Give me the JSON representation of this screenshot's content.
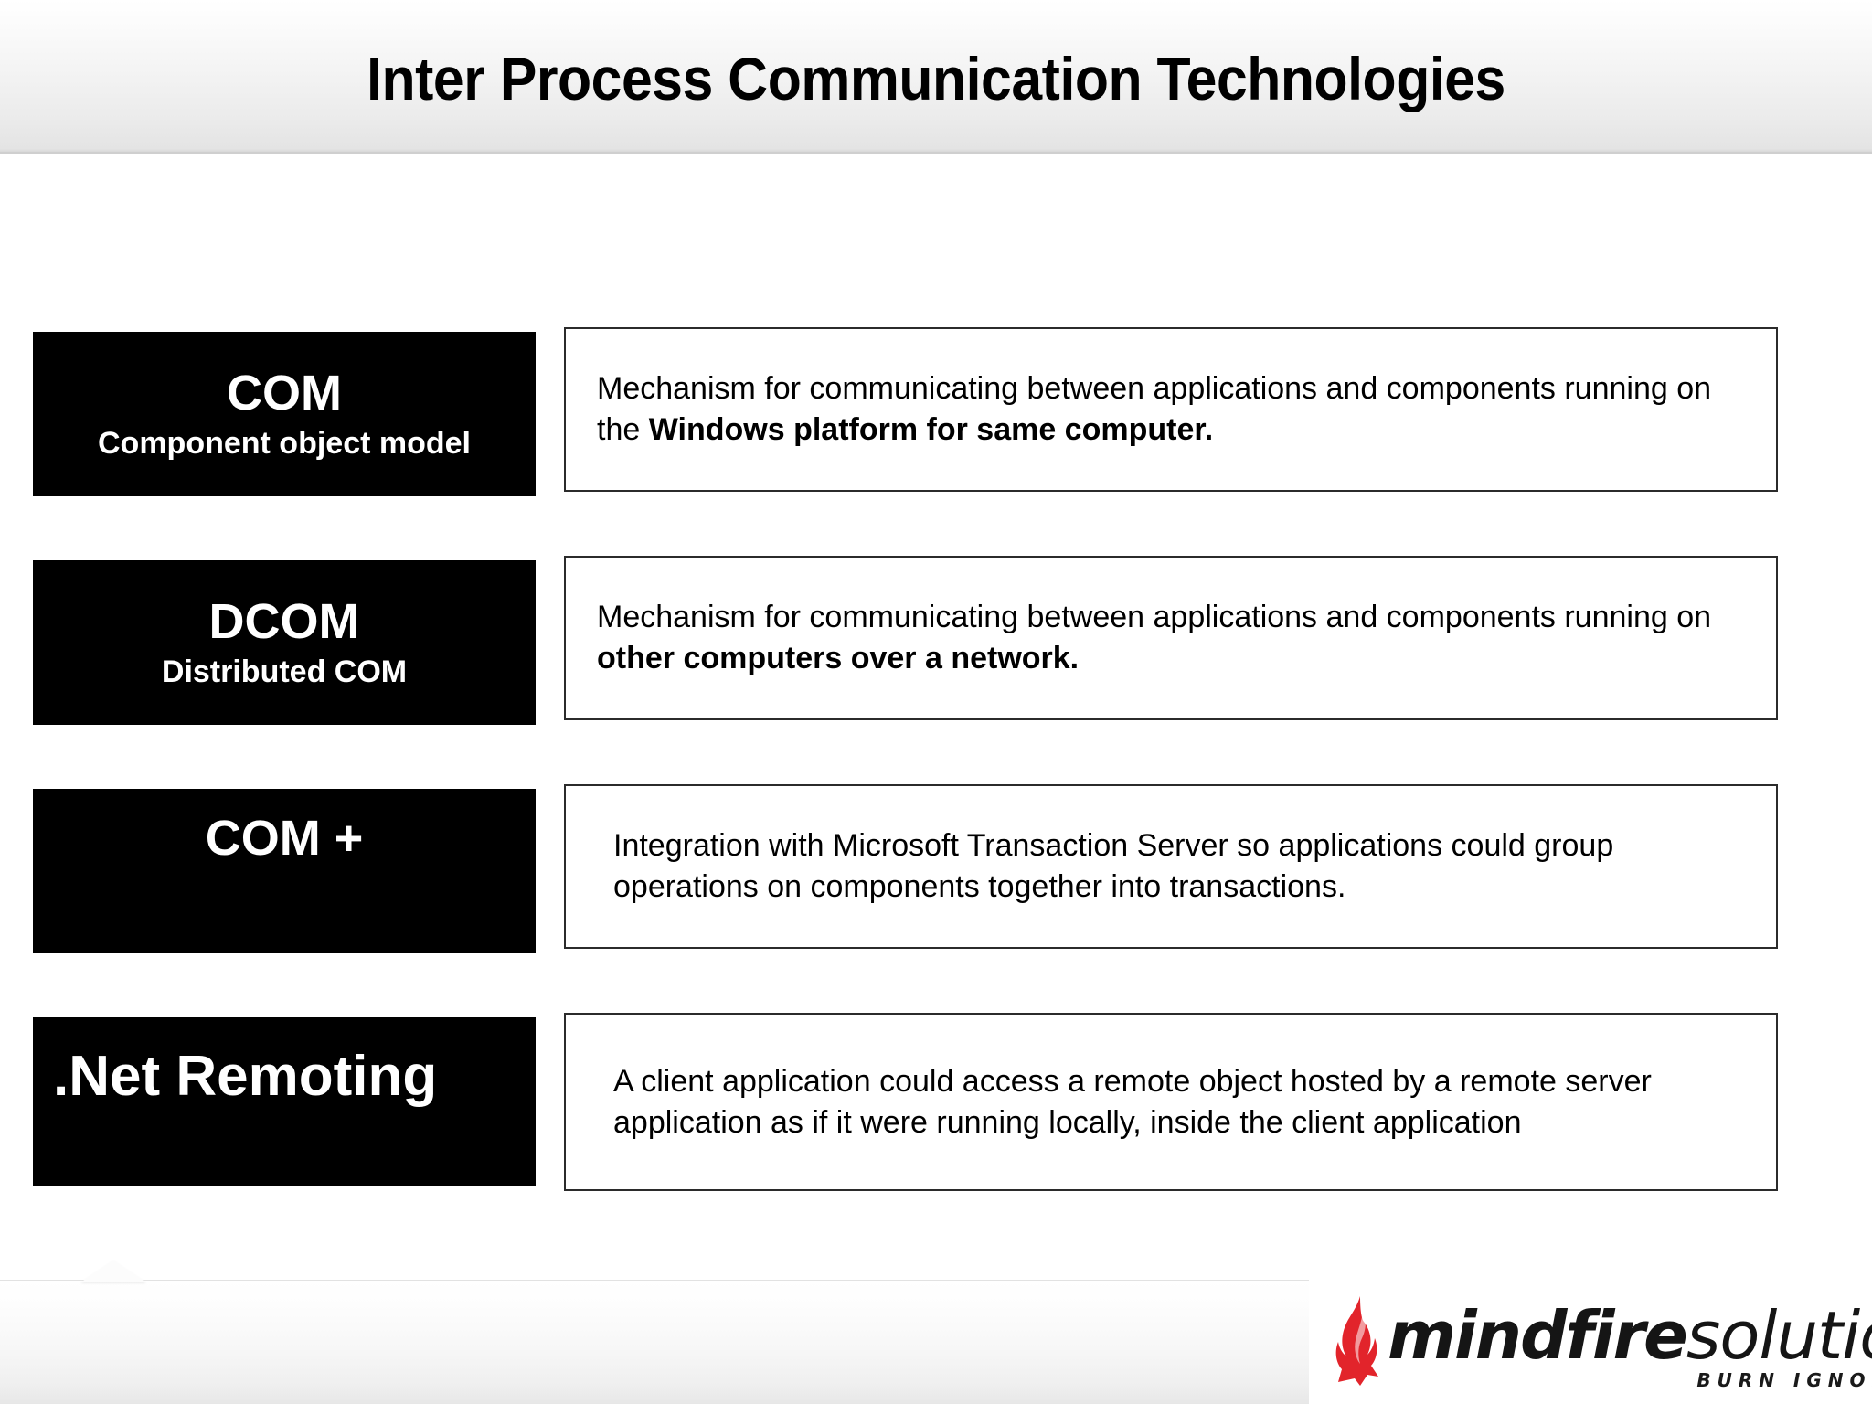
{
  "header": {
    "title": "Inter Process Communication Technologies"
  },
  "rows": [
    {
      "name": "com",
      "label_main": "COM",
      "label_sub": "Component object model",
      "desc_plain_1": "Mechanism for communicating between applications and components running on the ",
      "desc_bold": "Windows platform for same computer.",
      "desc_plain_2": ""
    },
    {
      "name": "dcom",
      "label_main": "DCOM",
      "label_sub": "Distributed COM",
      "desc_plain_1": "Mechanism for communicating between applications and components running on ",
      "desc_bold": "other computers over a network.",
      "desc_plain_2": ""
    },
    {
      "name": "com-plus",
      "label_main": "COM +",
      "label_sub": "",
      "desc_plain_1": "Integration with Microsoft Transaction Server so applications could group operations on components together into transactions.",
      "desc_bold": "",
      "desc_plain_2": ""
    },
    {
      "name": "net-remoting",
      "label_main": ".Net Remoting",
      "label_sub": "",
      "desc_plain_1": "A client application could access a remote object hosted by a remote server application as if it were running locally, inside the client application",
      "desc_bold": "",
      "desc_plain_2": ""
    }
  ],
  "footer": {
    "logo": {
      "word_bold": "mindfire",
      "word_light": "solutions",
      "tagline": "BURN IGNORANCE",
      "flame_color": "#E2242B"
    }
  }
}
